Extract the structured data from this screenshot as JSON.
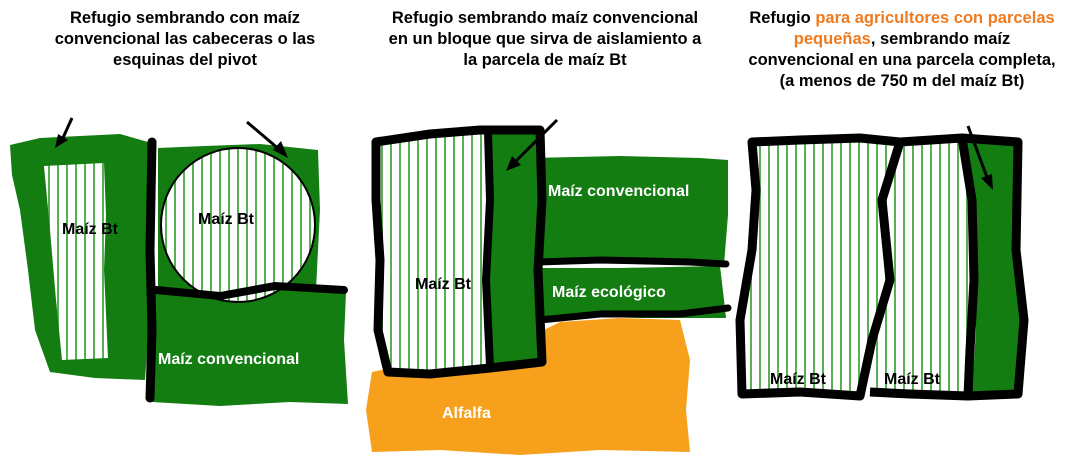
{
  "panels": [
    {
      "title": "Refugio sembrando con maíz convencional las cabeceras o las esquinas del pivot",
      "labels": {
        "bt_left": "Maíz Bt",
        "bt_circle": "Maíz Bt",
        "conventional": "Maíz convencional"
      }
    },
    {
      "title": "Refugio sembrando maíz convencional en un bloque que sirva de aislamiento a la parcela de maíz Bt",
      "labels": {
        "bt": "Maíz Bt",
        "conventional": "Maíz convencional",
        "ecological": "Maíz ecológico",
        "alfalfa": "Alfalfa"
      }
    },
    {
      "title_before": "Refugio ",
      "title_highlight": "para agricultores con parcelas pequeñas",
      "title_after": ", sembrando maíz convencional en una parcela completa, (a menos de 750 m del maíz Bt)",
      "labels": {
        "bt_left": "Maíz Bt",
        "bt_right": "Maíz Bt"
      }
    }
  ],
  "colors": {
    "green": "#137d12",
    "stripe": "#58b054",
    "alfalfa": "#f6a01c",
    "border": "#000000",
    "highlight": "#f07a1e"
  }
}
